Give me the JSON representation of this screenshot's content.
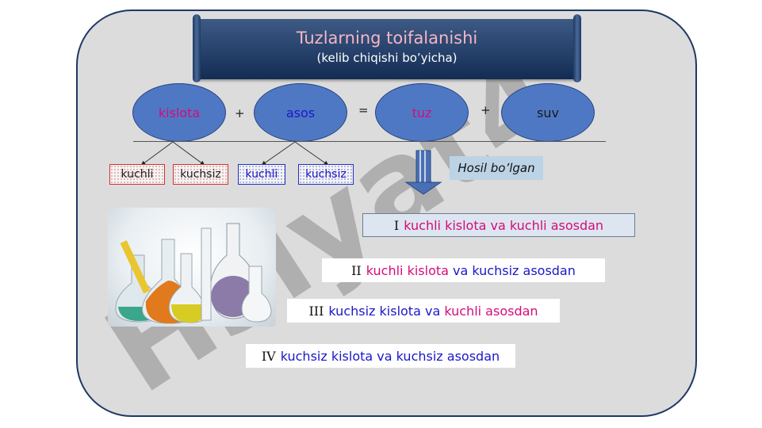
{
  "title": "Tuzlarning toifalanishi",
  "subtitle": "(kelib chiqishi bo’yicha)",
  "equation": {
    "terms": [
      {
        "label": "kislota",
        "color": "#d60b7a"
      },
      {
        "label": "asos",
        "color": "#1a18c8"
      },
      {
        "label": "tuz",
        "color": "#d60b7a"
      },
      {
        "label": "suv",
        "color": "#1a1a1a"
      }
    ],
    "operators": [
      "+",
      "=",
      "+"
    ]
  },
  "acid_types": [
    "kuchli",
    "kuchsiz"
  ],
  "base_types": [
    "kuchli",
    "kuchsiz"
  ],
  "result_label": "Hosil bo’lgan",
  "categories": [
    {
      "num": "I",
      "part1": "kuchli kislota",
      "mid": " va ",
      "part2": "kuchli asosdan"
    },
    {
      "num": "II",
      "part1": "kuchli kislota",
      "mid": " va ",
      "part2": "kuchsiz asosdan"
    },
    {
      "num": "III",
      "part1": "kuchsiz kislota",
      "mid": " va ",
      "part2": "kuchli asosdan"
    },
    {
      "num": "IV",
      "part1": "kuchsiz kislota",
      "mid": " va ",
      "part2": "kuchsiz asosdan"
    }
  ],
  "watermark": "Hsiyat4",
  "colors": {
    "acid": "#d60b7a",
    "base": "#1a18c8",
    "ellipse_fill": "#4f78c4"
  }
}
